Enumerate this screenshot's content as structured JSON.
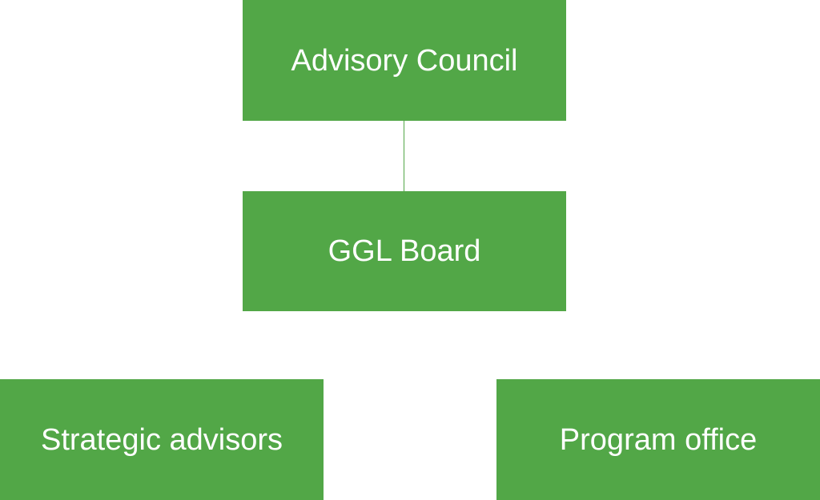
{
  "diagram": {
    "accent_color": "#52a747",
    "text_color": "#ffffff",
    "nodes": {
      "advisory_council": "Advisory Council",
      "ggl_board": "GGL Board",
      "strategic_advisors": "Strategic advisors",
      "program_office": "Program office"
    },
    "edges": [
      [
        "advisory_council",
        "ggl_board"
      ]
    ]
  }
}
